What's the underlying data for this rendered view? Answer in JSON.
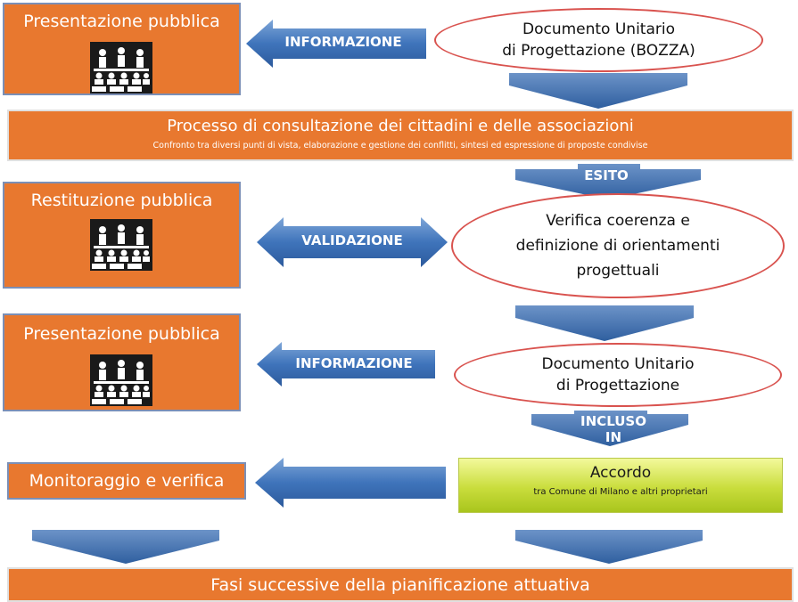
{
  "left_boxes": {
    "b1_title": "Presentazione pubblica",
    "b2_title": "Restituzione pubblica",
    "b3_title": "Presentazione pubblica",
    "b4_title": "Monitoraggio e verifica"
  },
  "ellipses": {
    "e1_line1": "Documento Unitario",
    "e1_line2": "di Progettazione (BOZZA)",
    "e2_line1": "Verifica coerenza e",
    "e2_line2": "definizione di orientamenti",
    "e2_line3": "progettuali",
    "e3_line1": "Documento Unitario",
    "e3_line2": "di Progettazione"
  },
  "arrow_labels": {
    "informazione_1": "INFORMAZIONE",
    "esito": "ESITO",
    "validazione": "VALIDAZIONE",
    "informazione_2": "INFORMAZIONE",
    "incluso_in": "INCLUSO IN"
  },
  "consultation": {
    "title": "Processo di consultazione dei cittadini e delle associazioni",
    "subtitle": "Confronto tra diversi punti di vista, elaborazione e gestione dei conflitti, sintesi ed espressione di proposte condivise"
  },
  "accordo": {
    "title": "Accordo",
    "subtitle": "tra Comune di Milano e altri proprietari"
  },
  "final": {
    "title": "Fasi successive della pianificazione attuativa"
  },
  "colors": {
    "orange": "#e8782f",
    "arrow_blue": "#4a7fc0",
    "ellipse_border": "#d9534f",
    "accordo_green": "#c9dd3c"
  },
  "icon_name": "audience-meeting-icon"
}
